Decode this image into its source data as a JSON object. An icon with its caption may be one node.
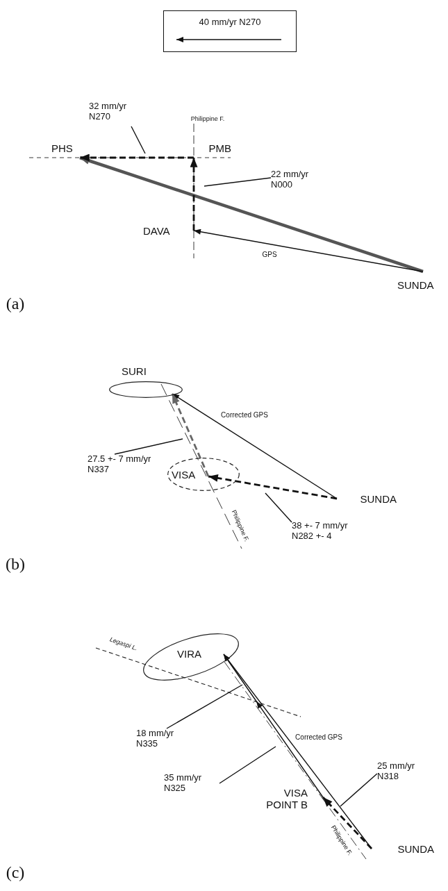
{
  "diagram": {
    "nodes": [
      {
        "text": [
          "40 mm/yr N270"
        ]
      },
      {
        "text": [
          "32 mm/yr N270"
        ]
      },
      {
        "text": [
          "PHS"
        ]
      },
      {
        "text": [
          "PMB"
        ]
      },
      {
        "text": [
          "22 mm/yr N000"
        ]
      },
      {
        "text": [
          "DAVA"
        ]
      },
      {
        "text": [
          "SUNDA"
        ]
      },
      {
        "text": [
          "SURI"
        ]
      },
      {
        "text": [
          "27.5 +- 7 mm/yr N337"
        ]
      },
      {
        "text": [
          "VISA"
        ]
      },
      {
        "text": [
          "SUNDA"
        ]
      },
      {
        "text": [
          "38 +- 7 mm/yr N282 +- 4"
        ]
      },
      {
        "text": [
          "VIRA"
        ]
      },
      {
        "text": [
          "18 mm/yr N335"
        ]
      },
      {
        "text": [
          "35 mm/yr N325"
        ]
      },
      {
        "text": [
          "VISA POINT B"
        ]
      },
      {
        "text": [
          "25 mm/yr N318"
        ]
      },
      {
        "text": [
          "SUNDA"
        ]
      }
    ],
    "edges": [
      {
        "from": 6,
        "to": 2,
        "arrow": "to",
        "style": "thick",
        "color": "#555555"
      },
      {
        "from": 6,
        "to": 5,
        "arrow": "to",
        "label": "GPS"
      },
      {
        "from": 5,
        "to": 3,
        "arrow": "to",
        "style": "dashed"
      },
      {
        "from": 3,
        "to": 2,
        "arrow": "to",
        "style": "dashed"
      },
      {
        "from": 1,
        "to": null,
        "arrow": "none"
      },
      {
        "from": 4,
        "to": null,
        "arrow": "none"
      },
      {
        "from": 10,
        "to": 7,
        "arrow": "to",
        "label": "Corrected GPS"
      },
      {
        "from": 10,
        "to": 9,
        "arrow": "to",
        "style": "dashed"
      },
      {
        "from": 9,
        "to": 7,
        "arrow": "to",
        "style": "dashed",
        "color": "#666666"
      },
      {
        "from": 8,
        "to": null,
        "arrow": "none"
      },
      {
        "from": 11,
        "to": null,
        "arrow": "none"
      },
      {
        "from": 17,
        "to": 12,
        "arrow": "to",
        "label": "Corrected GPS"
      },
      {
        "from": 17,
        "to": 15,
        "arrow": "to",
        "style": "dashed"
      },
      {
        "from": 15,
        "to": 12,
        "arrow": "to"
      },
      {
        "from": 13,
        "to": null,
        "arrow": "none"
      },
      {
        "from": 14,
        "to": null,
        "arrow": "none"
      },
      {
        "from": 16,
        "to": null,
        "arrow": "none"
      }
    ],
    "labels": [
      "Philippine F.",
      "(a)",
      "Philippine F.",
      "(b)",
      "Legaspi L.",
      "Philippine F.",
      "(c)"
    ]
  }
}
